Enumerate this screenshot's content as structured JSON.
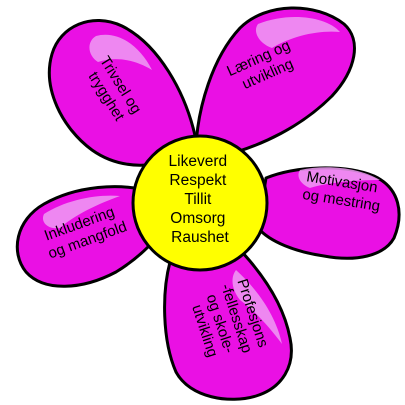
{
  "center": {
    "values": [
      "Likeverd",
      "Respekt",
      "Tillit",
      "Omsorg",
      "Raushet"
    ],
    "fill": "#ffff00"
  },
  "petals": [
    {
      "id": "trivsel",
      "lines": [
        "Trivsel og",
        "trygghet"
      ]
    },
    {
      "id": "laering",
      "lines": [
        "Læring og",
        "utvikling"
      ]
    },
    {
      "id": "motivasjon",
      "lines": [
        "Motivasjon",
        "og mestring"
      ]
    },
    {
      "id": "profesjon",
      "lines": [
        "Profesjons",
        "-fellesskap",
        "og skole-",
        "utvikling"
      ]
    },
    {
      "id": "inkludering",
      "lines": [
        "Inkludering",
        "og mangfold"
      ]
    }
  ],
  "colors": {
    "petal": "#ea10e4",
    "petal_highlight": "#f3a6f5",
    "outline": "#000000"
  }
}
